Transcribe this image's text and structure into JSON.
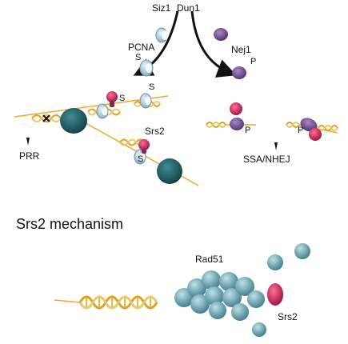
{
  "labels": {
    "siz1": "Siz1",
    "dun1": "Dun1",
    "pcna": "PCNA",
    "pcna_s": "S",
    "nej1": "Nej1",
    "nej1_p": "P",
    "s_left": "S",
    "s_right": "S",
    "srs2": "Srs2",
    "s_mid": "S",
    "p_center": "P",
    "p_right": "P",
    "prr": "PRR",
    "ssa_nhej": "SSA/NHEJ",
    "heading": "Srs2 mechanism",
    "rad51": "Rad51",
    "srs2_bottom": "Srs2"
  },
  "colors": {
    "pcna": "#9fc3d2",
    "nej1": "#6b4a8a",
    "srs2": "#c2185b",
    "teal_complex": "#1f5f66",
    "rad51": "#6aa6b3",
    "dna_orange": "#f0a830",
    "dna_gold": "#e0c060"
  },
  "icons": [
    "pcna-ring-icon",
    "nej1-icon",
    "srs2-icon",
    "dna-helix-icon",
    "rad51-filament-icon",
    "arrow-icon"
  ]
}
